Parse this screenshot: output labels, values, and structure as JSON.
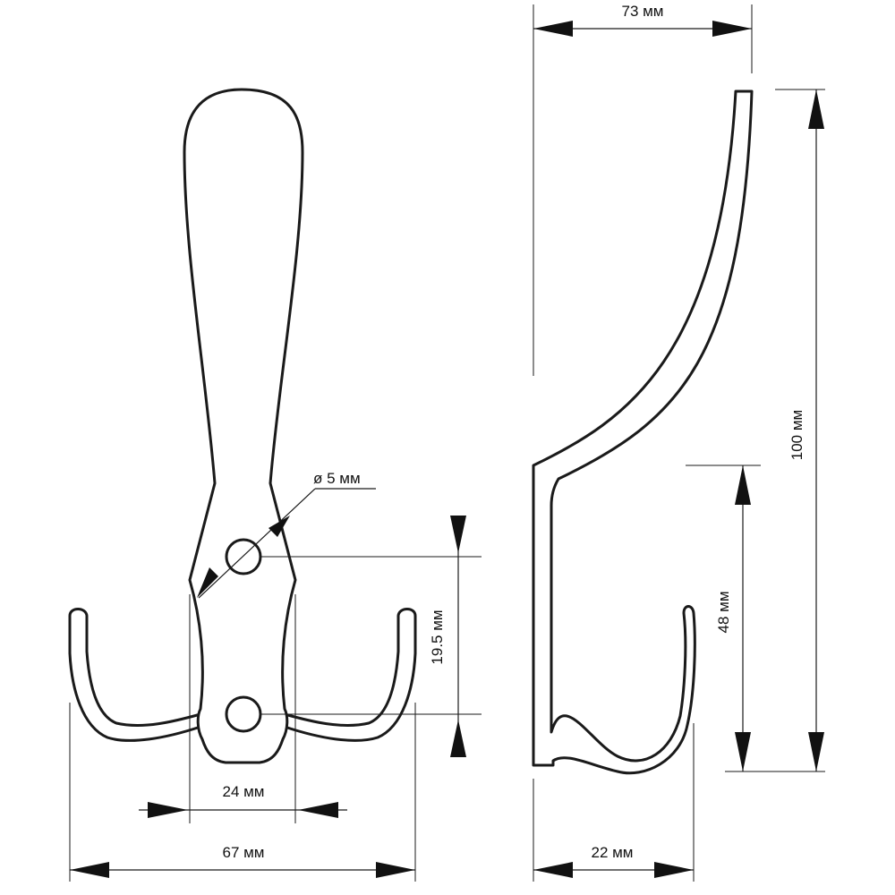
{
  "dimensions": {
    "width_73": "73 мм",
    "height_100": "100 мм",
    "height_48": "48 мм",
    "width_22": "22 мм",
    "hole_diameter": "ø 5 мм",
    "hole_spacing": "19.5 мм",
    "width_24": "24 мм",
    "width_67": "67 мм"
  },
  "colors": {
    "line": "#1a1a1a",
    "background": "#ffffff"
  }
}
